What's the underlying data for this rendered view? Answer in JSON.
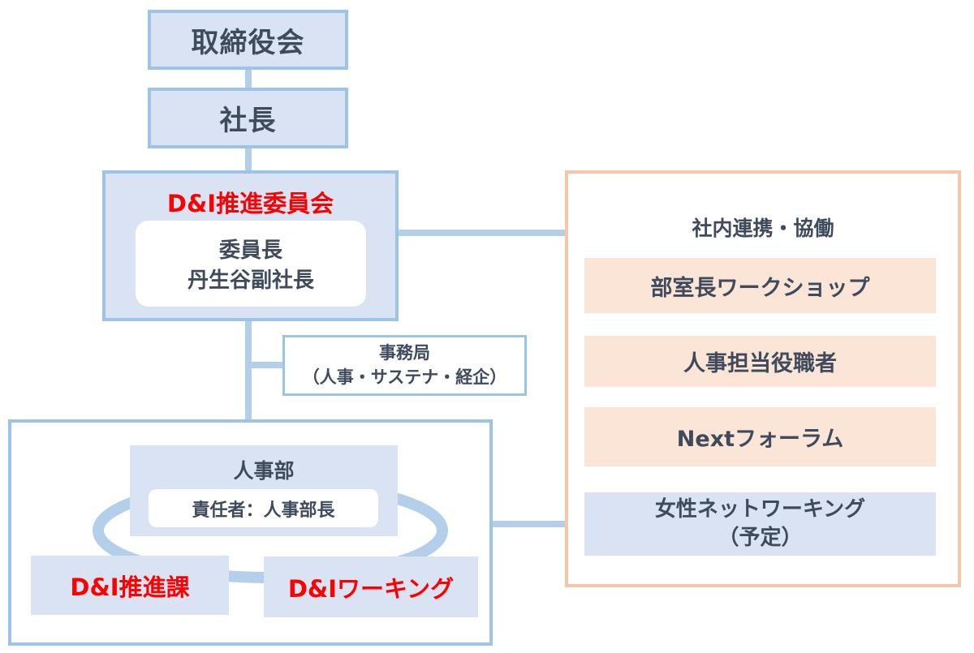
{
  "colors": {
    "box_fill": "#dae3f3",
    "box_border": "#9dc3e6",
    "connector": "#b4cfea",
    "accent_red": "#ff0000",
    "text": "#3f4a5c",
    "orange_border": "#f4c7a8",
    "orange_fill": "#fbe5d6"
  },
  "hierarchy": {
    "board": "取締役会",
    "president": "社長",
    "committee": {
      "title": "D&I推進委員会",
      "chair_role": "委員長",
      "chair_name": "丹生谷副社長"
    },
    "secretariat": {
      "title": "事務局",
      "members": "（人事・サステナ・経企）"
    }
  },
  "hr_group": {
    "dept": "人事部",
    "responsible": "責任者：人事部長",
    "units": [
      "D&I推進課",
      "D&Iワーキング"
    ]
  },
  "collaboration": {
    "title": "社内連携・協働",
    "items": [
      {
        "label": "部室長ワークショップ",
        "style": "orange"
      },
      {
        "label": "人事担当役職者",
        "style": "orange"
      },
      {
        "label": "Nextフォーラム",
        "style": "orange"
      },
      {
        "label": "女性ネットワーキング",
        "sub": "（予定）",
        "style": "blue"
      }
    ]
  }
}
